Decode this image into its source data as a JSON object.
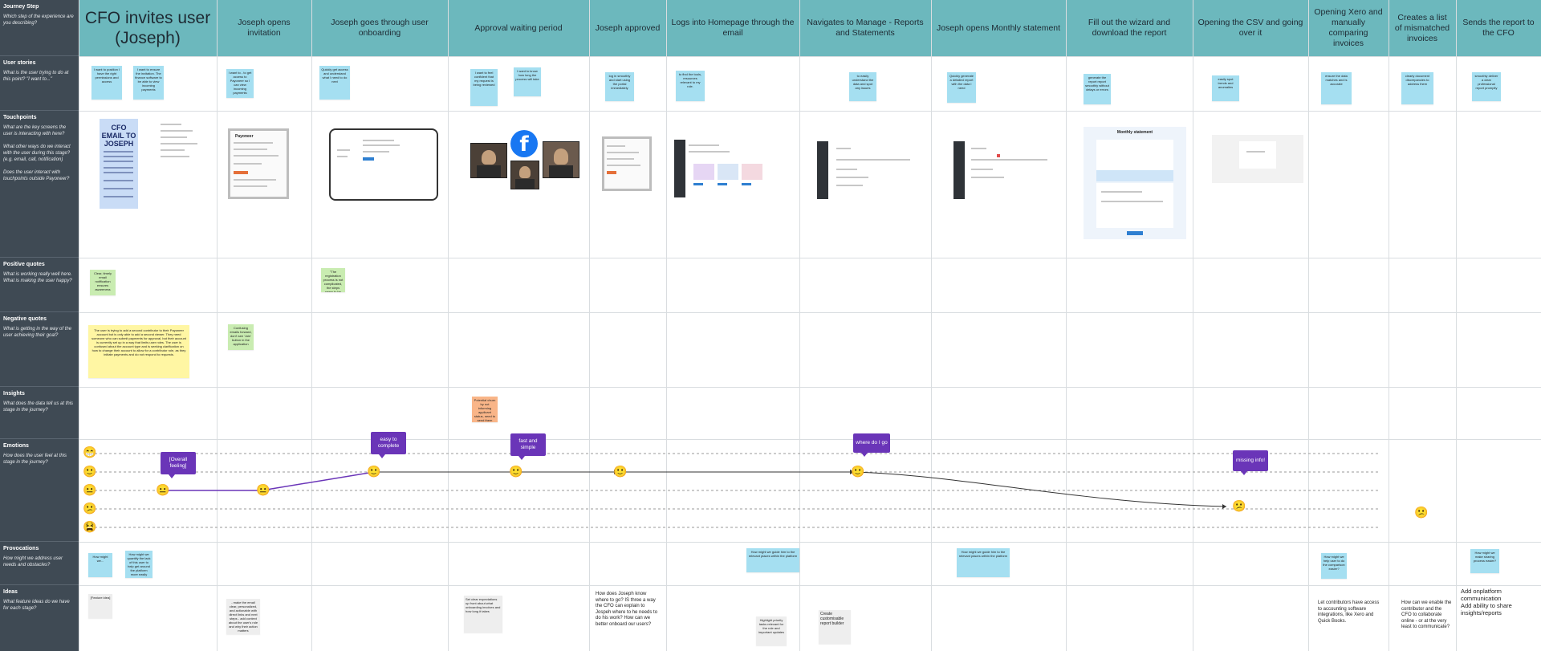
{
  "row_labels": [
    {
      "title": "Journey Step",
      "question": "Which step of the experience are you describing?"
    },
    {
      "title": "User stories",
      "question": "What is the user trying to do at this point? \"I want to...\""
    },
    {
      "title": "Touchpoints",
      "question": "What are the key screens the user is interacting with here?\n\nWhat other ways do we interact with the user during this stage? (e.g. email, call, notification)\n\nDoes the user interact with touchpoints outside Payoneer?"
    },
    {
      "title": "Positive quotes",
      "question": "What is working really well here. What is making the user happy?"
    },
    {
      "title": "Negative quotes",
      "question": "What is getting in the way of the user achieving their goal?"
    },
    {
      "title": "Insights",
      "question": "What does the data tell us at this stage in the journey?"
    },
    {
      "title": "Emotions",
      "question": "How does the user feel at this stage in the journey?"
    },
    {
      "title": "Provocations",
      "question": "How might we address user needs and obstacles?"
    },
    {
      "title": "Ideas",
      "question": "What feature ideas do we have for each stage?"
    }
  ],
  "stages": [
    "CFO invites user (Joseph)",
    "Joseph opens invitation",
    "Joseph goes through user onboarding",
    "Approval waiting period",
    "Joseph approved",
    "Logs into Homepage through the email",
    "Navigates to Manage - Reports and Statements",
    "Joseph opens Monthly statement",
    "Fill out the wizard and download the report",
    "Opening the CSV and going over it",
    "Opening Xero and manually comparing invoices",
    "Creates a list of mismatched invoices",
    "Sends the report to the CFO"
  ],
  "user_stories": [
    "I want to position I have the right permissions and access",
    "I want to ensure the invitation. The finance software to be able to view incoming payments",
    "I want to - to get access to Payoneer so I can view incoming payments",
    "Quickly get access and understand what I need to do next",
    "I want to feel confident that my request is being reviewed",
    "I want to know how long the process will take",
    "log in smoothly and start using the portal immediately",
    "to find the tools, resources relevant to my role.",
    "to easily understand the data and spot any issues",
    "Quickly generate a detailed report with the data I need",
    "generate the report report smoothly without delays or errors",
    "easily spot trends and anomalies",
    "ensure the data matches and is accurate",
    "clearly document discrepancies to address them",
    "smoothly deliver a clear professional report promptly"
  ],
  "touchpoints": {
    "cfo_email_title": "CFO EMAIL TO JOSEPH",
    "payoneer_label": "Payoneer",
    "facebook_glyph": "f",
    "monthly_statement_title": "Monthly statement"
  },
  "positive_quotes": [
    "Clear, timely email notification ensures awareness",
    "\"The registration process is not complicated, the steps seem to be really clear\""
  ],
  "negative_quotes": [
    "The user is trying to add a second contributor to their Payoneer account but is only able to add a second viewer. They need someone who can submit payments for approval, but their account is currently set up in a way that limits user roles. The user is confused about the account type and is seeking clarification on how to change their account to allow for a contributor role, as they initiate payments and do not respond to requests.",
    "Confusing emails forward, don't see 'Join' button in the application"
  ],
  "insights": [
    "Potential churn by not informing applicant status, need to send them reminder about the progress"
  ],
  "emotions": {
    "faces": [
      "😁",
      "🙂",
      "😐",
      "😕",
      "😫"
    ],
    "bubbles": [
      "[Overall feeling]",
      "easy to complete",
      "fast and simple",
      "where do I go",
      "missing info!"
    ]
  },
  "provocations": [
    "How might we...",
    "How might we quantify the lack of this user to help get around the platform more easily",
    "How might we guide him to the relevant places within the platform",
    "How might we guide him to the relevant places within the platform",
    "How might we help user to do the comparison easier?",
    "How might we make sharing process easier?"
  ],
  "ideas": [
    "[Feature idea]",
    "- make the email clear, personalized, and actionable with direct links and next steps - add context about the user's role and why their action matters",
    "Set clear expectations up front about what onboarding involves and how long it takes",
    "How does Joseph know where to go? IS three a way the CFO can explain to Jospeh where to he needs to do his work? How can we better onboard our users?",
    "Highlight priority tasks relevant for the role and important updates",
    "Create customisable report builder",
    "Let contributors have access to accounting software integrations, like Xero and Quick Books.",
    "How can we enable the contributor and the CFO to collaborate online - or at the very least to communicate?",
    "Add onplatform communication\nAdd ability to share insights/reports"
  ],
  "colors": {
    "sidebar": "#3f4a54",
    "header": "#6cb8bd",
    "sticky_blue": "#a5dff1",
    "sticky_green": "#c9ecb1",
    "sticky_yellow": "#fff6a3",
    "sticky_orange": "#f9b588",
    "bubble_purple": "#6a35b8",
    "emotion_line_purple": "#6a35b8"
  }
}
